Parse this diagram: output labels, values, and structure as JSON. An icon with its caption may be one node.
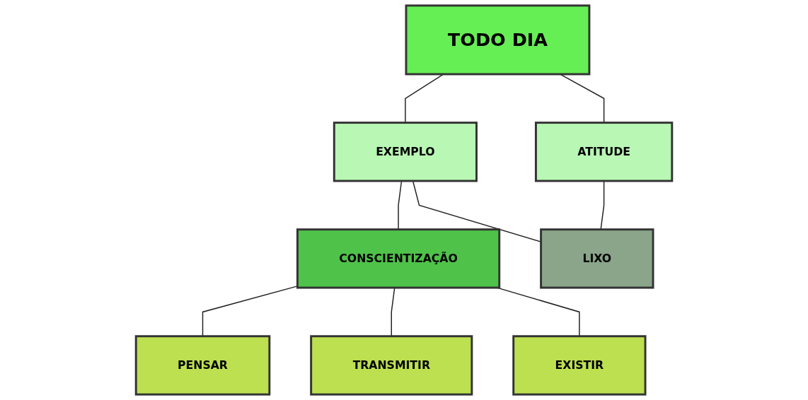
{
  "diagram": {
    "nodes": [
      {
        "text": [
          "TODO DIA"
        ]
      },
      {
        "text": [
          "ATITUDE"
        ]
      },
      {
        "text": [
          "EXEMPLO"
        ]
      },
      {
        "text": [
          "CONSCIENTIZAÇÃO"
        ]
      },
      {
        "text": [
          "LIXO"
        ]
      },
      {
        "text": [
          "PENSAR"
        ]
      },
      {
        "text": [
          "TRANSMITIR"
        ]
      },
      {
        "text": [
          "EXISTIR"
        ]
      }
    ],
    "edges": [
      {
        "from": 0,
        "to": 1,
        "arrow": "none"
      },
      {
        "from": 0,
        "to": 2,
        "arrow": "none"
      },
      {
        "from": 2,
        "to": 3,
        "arrow": "none"
      },
      {
        "from": 1,
        "to": 4,
        "arrow": "none"
      },
      {
        "from": 2,
        "to": 4,
        "arrow": "none"
      },
      {
        "from": 3,
        "to": 5,
        "arrow": "none"
      },
      {
        "from": 3,
        "to": 6,
        "arrow": "none"
      },
      {
        "from": 3,
        "to": 7,
        "arrow": "none"
      }
    ]
  }
}
